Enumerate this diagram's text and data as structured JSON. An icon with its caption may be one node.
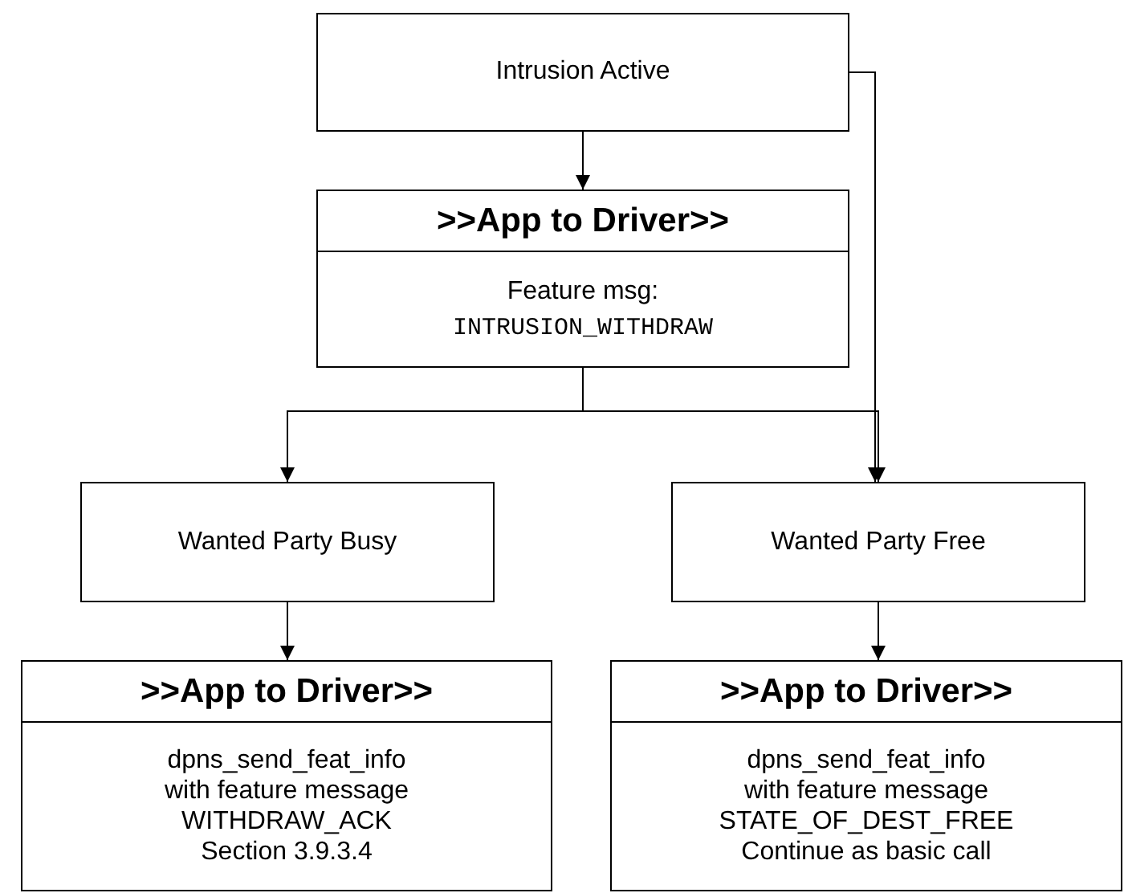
{
  "diagram": {
    "nodes": [
      {
        "text": [
          "Intrusion Active"
        ]
      },
      {
        "text": [
          ">>App to Driver>>",
          "Feature msg:",
          "INTRUSION_WITHDRAW"
        ]
      },
      {
        "text": [
          "Wanted Party Busy"
        ]
      },
      {
        "text": [
          "Wanted Party Free"
        ]
      },
      {
        "text": [
          ">>App to Driver>>",
          "dpns_send_feat_info",
          "with feature message",
          "WITHDRAW_ACK",
          "Section 3.9.3.4"
        ]
      },
      {
        "text": [
          ">>App to Driver>>",
          "dpns_send_feat_info",
          "with feature message",
          "STATE_OF_DEST_FREE",
          "Continue as basic call"
        ]
      }
    ],
    "edges": [
      {
        "from": 0,
        "to": 1,
        "arrow": "to"
      },
      {
        "from": 1,
        "to": 2,
        "arrow": "to"
      },
      {
        "from": 1,
        "to": 3,
        "arrow": "to"
      },
      {
        "from": 0,
        "to": 3,
        "arrow": "to"
      },
      {
        "from": 2,
        "to": 4,
        "arrow": "to"
      },
      {
        "from": 3,
        "to": 5,
        "arrow": "to"
      }
    ]
  }
}
